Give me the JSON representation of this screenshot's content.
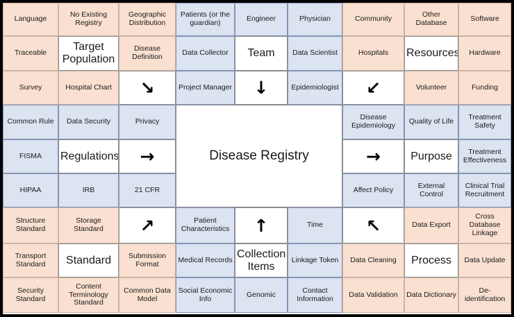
{
  "diagram": {
    "title": "Disease Registry",
    "center_label": "Disease Registry",
    "colors": {
      "peach_fill": "#FAE0D0",
      "blue_fill": "#DCE3F1",
      "white_fill": "#FFFFFF",
      "border": "#8494B4",
      "outer_border": "#000000",
      "text": "#1A1A1A"
    },
    "grid": {
      "rows": 9,
      "columns": 9
    }
  },
  "cells": [
    {
      "r": 1,
      "c": 1,
      "text": "Language",
      "fill": "peach",
      "style": "normal"
    },
    {
      "r": 1,
      "c": 2,
      "text": "No Existing Registry",
      "fill": "peach",
      "style": "normal"
    },
    {
      "r": 1,
      "c": 3,
      "text": "Geographic Distribution",
      "fill": "peach",
      "style": "normal"
    },
    {
      "r": 1,
      "c": 4,
      "text": "Patients (or the guardian)",
      "fill": "blue",
      "style": "normal"
    },
    {
      "r": 1,
      "c": 5,
      "text": "Engineer",
      "fill": "blue",
      "style": "normal"
    },
    {
      "r": 1,
      "c": 6,
      "text": "Physician",
      "fill": "blue",
      "style": "normal"
    },
    {
      "r": 1,
      "c": 7,
      "text": "Community",
      "fill": "peach",
      "style": "normal"
    },
    {
      "r": 1,
      "c": 8,
      "text": "Other Database",
      "fill": "peach",
      "style": "normal"
    },
    {
      "r": 1,
      "c": 9,
      "text": "Software",
      "fill": "peach",
      "style": "normal"
    },
    {
      "r": 2,
      "c": 1,
      "text": "Traceable",
      "fill": "peach",
      "style": "normal"
    },
    {
      "r": 2,
      "c": 2,
      "text": "Target Population",
      "fill": "white",
      "style": "big"
    },
    {
      "r": 2,
      "c": 3,
      "text": "Disease Definition",
      "fill": "peach",
      "style": "normal"
    },
    {
      "r": 2,
      "c": 4,
      "text": "Data Collector",
      "fill": "blue",
      "style": "normal"
    },
    {
      "r": 2,
      "c": 5,
      "text": "Team",
      "fill": "white",
      "style": "big"
    },
    {
      "r": 2,
      "c": 6,
      "text": "Data Scientist",
      "fill": "blue",
      "style": "normal"
    },
    {
      "r": 2,
      "c": 7,
      "text": "Hospitals",
      "fill": "peach",
      "style": "normal"
    },
    {
      "r": 2,
      "c": 8,
      "text": "Resources",
      "fill": "white",
      "style": "big"
    },
    {
      "r": 2,
      "c": 9,
      "text": "Hardware",
      "fill": "peach",
      "style": "normal"
    },
    {
      "r": 3,
      "c": 1,
      "text": "Survey",
      "fill": "peach",
      "style": "normal"
    },
    {
      "r": 3,
      "c": 2,
      "text": "Hospital Chart",
      "fill": "peach",
      "style": "normal"
    },
    {
      "r": 3,
      "c": 3,
      "text": "↘",
      "fill": "white",
      "style": "arrow",
      "icon": "arrow-down-right-icon"
    },
    {
      "r": 3,
      "c": 4,
      "text": "Project Manager",
      "fill": "blue",
      "style": "normal"
    },
    {
      "r": 3,
      "c": 5,
      "text": "↓",
      "fill": "white",
      "style": "arrow",
      "icon": "arrow-down-icon"
    },
    {
      "r": 3,
      "c": 6,
      "text": "Epidemiologist",
      "fill": "blue",
      "style": "normal"
    },
    {
      "r": 3,
      "c": 7,
      "text": "↙",
      "fill": "white",
      "style": "arrow",
      "icon": "arrow-down-left-icon"
    },
    {
      "r": 3,
      "c": 8,
      "text": "Volunteer",
      "fill": "peach",
      "style": "normal"
    },
    {
      "r": 3,
      "c": 9,
      "text": "Funding",
      "fill": "peach",
      "style": "normal"
    },
    {
      "r": 4,
      "c": 1,
      "text": "Common Rule",
      "fill": "blue",
      "style": "normal"
    },
    {
      "r": 4,
      "c": 2,
      "text": "Data Security",
      "fill": "blue",
      "style": "normal"
    },
    {
      "r": 4,
      "c": 3,
      "text": "Privacy",
      "fill": "blue",
      "style": "normal"
    },
    {
      "r": 4,
      "c": 7,
      "text": "Disease Epidemiology",
      "fill": "blue",
      "style": "normal"
    },
    {
      "r": 4,
      "c": 8,
      "text": "Quality of Life",
      "fill": "blue",
      "style": "normal"
    },
    {
      "r": 4,
      "c": 9,
      "text": "Treatment Safety",
      "fill": "blue",
      "style": "normal"
    },
    {
      "r": 5,
      "c": 1,
      "text": "FISMA",
      "fill": "blue",
      "style": "normal"
    },
    {
      "r": 5,
      "c": 2,
      "text": "Regulations",
      "fill": "white",
      "style": "big"
    },
    {
      "r": 5,
      "c": 3,
      "text": "→",
      "fill": "white",
      "style": "arrow",
      "icon": "arrow-right-icon"
    },
    {
      "r": 5,
      "c": 7,
      "text": "→",
      "fill": "white",
      "style": "arrow",
      "icon": "arrow-right-icon"
    },
    {
      "r": 5,
      "c": 8,
      "text": "Purpose",
      "fill": "white",
      "style": "big"
    },
    {
      "r": 5,
      "c": 9,
      "text": "Treatment Effectiveness",
      "fill": "blue",
      "style": "normal"
    },
    {
      "r": 6,
      "c": 1,
      "text": "HIPAA",
      "fill": "blue",
      "style": "normal"
    },
    {
      "r": 6,
      "c": 2,
      "text": "IRB",
      "fill": "blue",
      "style": "normal"
    },
    {
      "r": 6,
      "c": 3,
      "text": "21 CFR",
      "fill": "blue",
      "style": "normal"
    },
    {
      "r": 6,
      "c": 7,
      "text": "Affect Policy",
      "fill": "blue",
      "style": "normal"
    },
    {
      "r": 6,
      "c": 8,
      "text": "External Control",
      "fill": "blue",
      "style": "normal"
    },
    {
      "r": 6,
      "c": 9,
      "text": "Clinical Trial Recruitment",
      "fill": "blue",
      "style": "normal"
    },
    {
      "r": 7,
      "c": 1,
      "text": "Structure Standard",
      "fill": "peach",
      "style": "normal"
    },
    {
      "r": 7,
      "c": 2,
      "text": "Storage Standard",
      "fill": "peach",
      "style": "normal"
    },
    {
      "r": 7,
      "c": 3,
      "text": "↗",
      "fill": "white",
      "style": "arrow",
      "icon": "arrow-up-right-icon"
    },
    {
      "r": 7,
      "c": 4,
      "text": "Patient Characteristics",
      "fill": "blue",
      "style": "normal"
    },
    {
      "r": 7,
      "c": 5,
      "text": "↑",
      "fill": "white",
      "style": "arrow",
      "icon": "arrow-up-icon"
    },
    {
      "r": 7,
      "c": 6,
      "text": "Time",
      "fill": "blue",
      "style": "normal"
    },
    {
      "r": 7,
      "c": 7,
      "text": "↖",
      "fill": "white",
      "style": "arrow",
      "icon": "arrow-up-left-icon"
    },
    {
      "r": 7,
      "c": 8,
      "text": "Data Export",
      "fill": "peach",
      "style": "normal"
    },
    {
      "r": 7,
      "c": 9,
      "text": "Cross Database Linkage",
      "fill": "peach",
      "style": "normal"
    },
    {
      "r": 8,
      "c": 1,
      "text": "Transport Standard",
      "fill": "peach",
      "style": "normal"
    },
    {
      "r": 8,
      "c": 2,
      "text": "Standard",
      "fill": "white",
      "style": "big"
    },
    {
      "r": 8,
      "c": 3,
      "text": "Submission Format",
      "fill": "peach",
      "style": "normal"
    },
    {
      "r": 8,
      "c": 4,
      "text": "Medical Records",
      "fill": "blue",
      "style": "normal"
    },
    {
      "r": 8,
      "c": 5,
      "text": "Collection Items",
      "fill": "white",
      "style": "big"
    },
    {
      "r": 8,
      "c": 6,
      "text": "Linkage Token",
      "fill": "blue",
      "style": "normal"
    },
    {
      "r": 8,
      "c": 7,
      "text": "Data Cleaning",
      "fill": "peach",
      "style": "normal"
    },
    {
      "r": 8,
      "c": 8,
      "text": "Process",
      "fill": "white",
      "style": "big"
    },
    {
      "r": 8,
      "c": 9,
      "text": "Data Update",
      "fill": "peach",
      "style": "normal"
    },
    {
      "r": 9,
      "c": 1,
      "text": "Security Standard",
      "fill": "peach",
      "style": "normal"
    },
    {
      "r": 9,
      "c": 2,
      "text": "Content Terminology Standard",
      "fill": "peach",
      "style": "normal"
    },
    {
      "r": 9,
      "c": 3,
      "text": "Common Data Model",
      "fill": "peach",
      "style": "normal"
    },
    {
      "r": 9,
      "c": 4,
      "text": "Social Economic Info",
      "fill": "blue",
      "style": "normal"
    },
    {
      "r": 9,
      "c": 5,
      "text": "Genomic",
      "fill": "blue",
      "style": "normal"
    },
    {
      "r": 9,
      "c": 6,
      "text": "Contact Information",
      "fill": "blue",
      "style": "normal"
    },
    {
      "r": 9,
      "c": 7,
      "text": "Data Validation",
      "fill": "peach",
      "style": "normal"
    },
    {
      "r": 9,
      "c": 8,
      "text": "Data Dictionary",
      "fill": "peach",
      "style": "normal"
    },
    {
      "r": 9,
      "c": 9,
      "text": "De-identification",
      "fill": "peach",
      "style": "normal"
    }
  ]
}
